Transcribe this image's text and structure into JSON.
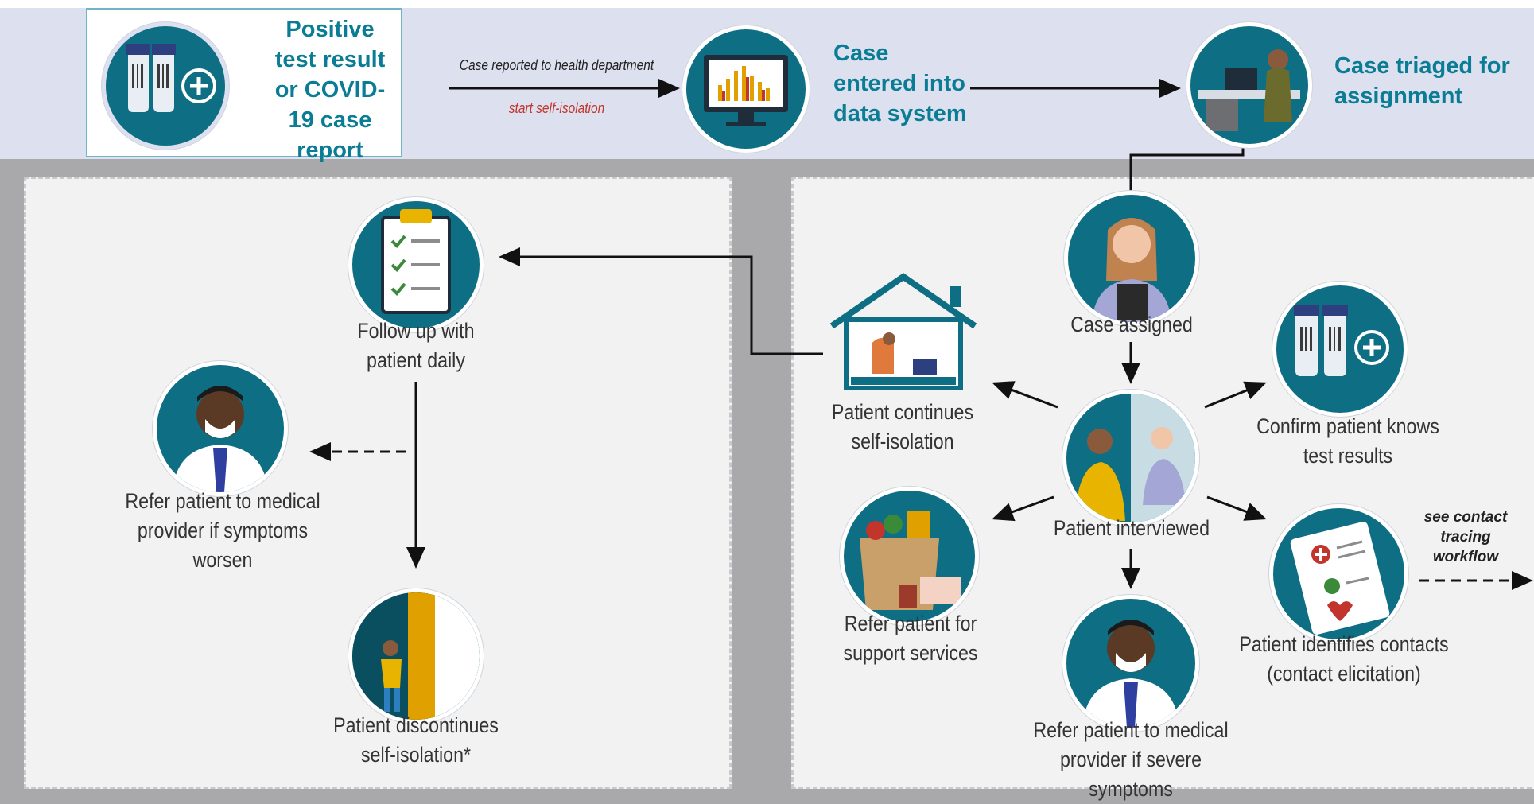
{
  "top": {
    "positive_test": "Positive test result or COVID-19 case report",
    "reported_note": "Case reported to health department",
    "isolation_note": "start self-isolation",
    "case_entered": "Case entered into data system",
    "case_triaged": "Case triaged for assignment"
  },
  "right_panel": {
    "case_assigned": "Case assigned",
    "patient_continues": "Patient continues self-isolation",
    "confirm_results": "Confirm patient knows test results",
    "patient_interviewed": "Patient interviewed",
    "refer_support": "Refer patient for support services",
    "identifies_contacts": "Patient identifies contacts (contact elicitation)",
    "see_contact": "see contact tracing workflow",
    "refer_severe": "Refer patient to medical provider if severe symptoms"
  },
  "left_panel": {
    "follow_up": "Follow up with patient daily",
    "refer_worsen": "Refer patient to medical provider if symptoms worsen",
    "discontinues": "Patient discontinues self-isolation*"
  },
  "icons": [
    "test-tubes-plus-icon",
    "monitor-chart-icon",
    "worker-laptop-icon",
    "clipboard-checklist-icon",
    "doctor-mask-icon",
    "person-door-icon",
    "person-tablet-icon",
    "house-person-icon",
    "phone-call-icon",
    "grocery-bag-icon",
    "medical-clipboard-icon"
  ],
  "colors": {
    "teal": "#0d6e84",
    "heading": "#0a7d95",
    "band": "#dde1ef",
    "panel": "#f2f2f3",
    "isolation_red": "#c2352c"
  }
}
